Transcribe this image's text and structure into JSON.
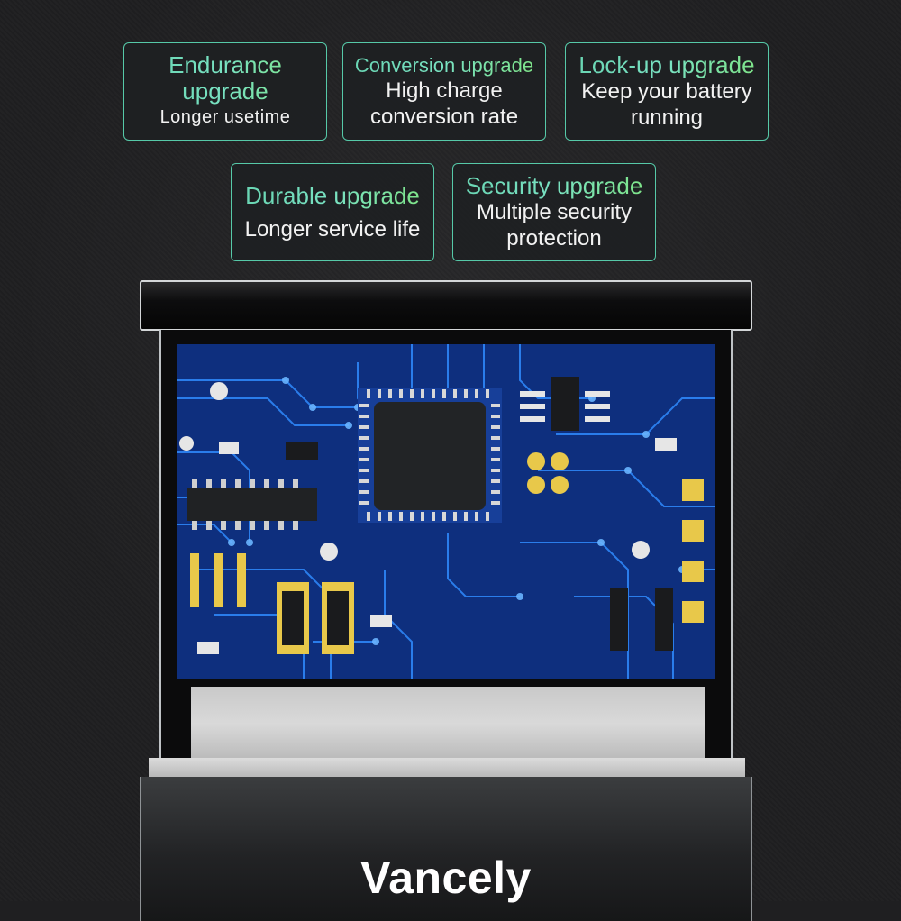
{
  "features": [
    {
      "title": "Endurance upgrade",
      "subtitle": "Longer usetime"
    },
    {
      "title": "Conversion upgrade",
      "subtitle": "High charge conversion rate"
    },
    {
      "title": "Lock-up upgrade",
      "subtitle": "Keep your battery running"
    },
    {
      "title": "Durable upgrade",
      "subtitle": "Longer service life"
    },
    {
      "title": "Security upgrade",
      "subtitle": "Multiple security protection"
    }
  ],
  "brand": "Vancely",
  "colors": {
    "accent_green": "#6ad6b4",
    "pcb_blue": "#0e2f7e",
    "trace_blue": "#2f8bff",
    "gold": "#e8c84a"
  }
}
